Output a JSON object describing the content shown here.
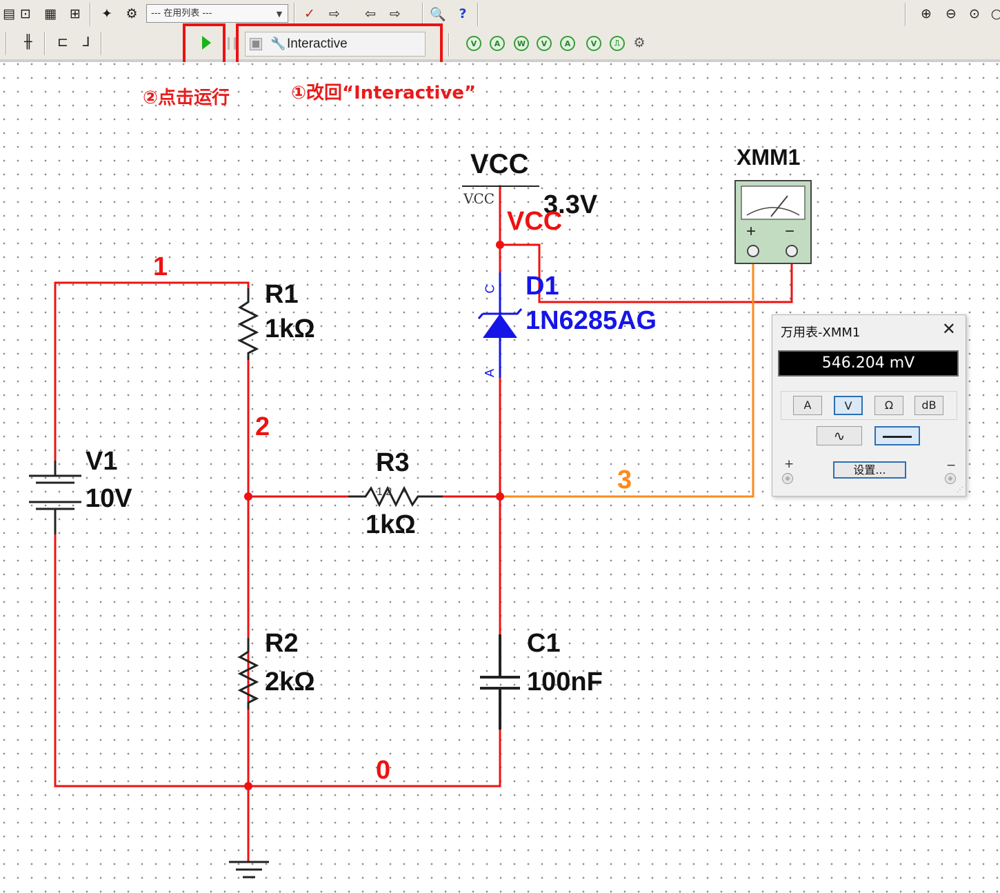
{
  "toolbar": {
    "in_use_list": "--- 在用列表 ---",
    "mode": "Interactive",
    "run_tooltip_icon": "play-icon",
    "pause_icon": "pause-icon",
    "stop_icon": "stop-icon"
  },
  "annotations": {
    "step2": "②点击运行",
    "step1": "①改回“Interactive”"
  },
  "schematic": {
    "vcc_title": "VCC",
    "vcc_pin_label": "VCC",
    "vcc_value": "3.3V",
    "vcc_net": "VCC",
    "xmm_label": "XMM1",
    "xmm_plus": "+",
    "xmm_minus": "−",
    "d1_ref": "D1",
    "d1_part": "1N6285AG",
    "d1_pin_c": "C",
    "d1_pin_a": "A",
    "r1_ref": "R1",
    "r1_value": "1kΩ",
    "r2_ref": "R2",
    "r2_value": "2kΩ",
    "r3_ref": "R3",
    "r3_value": "1kΩ",
    "r3_pins": "1  2",
    "v1_ref": "V1",
    "v1_value": "10V",
    "c1_ref": "C1",
    "c1_value": "100nF",
    "net1": "1",
    "net2": "2",
    "net3": "3",
    "net0": "0"
  },
  "multimeter": {
    "title": "万用表-XMM1",
    "close": "✕",
    "reading": "546.204 mV",
    "buttons": [
      "A",
      "V",
      "Ω",
      "dB"
    ],
    "selected_function": "V",
    "selected_mode": "DC",
    "settings_label": "设置...",
    "plus": "+",
    "minus": "−"
  },
  "colors": {
    "wire_red": "#ee1111",
    "wire_orange": "#ff8a1a",
    "diode_blue": "#1515e8",
    "highlight": "#ee1111"
  }
}
